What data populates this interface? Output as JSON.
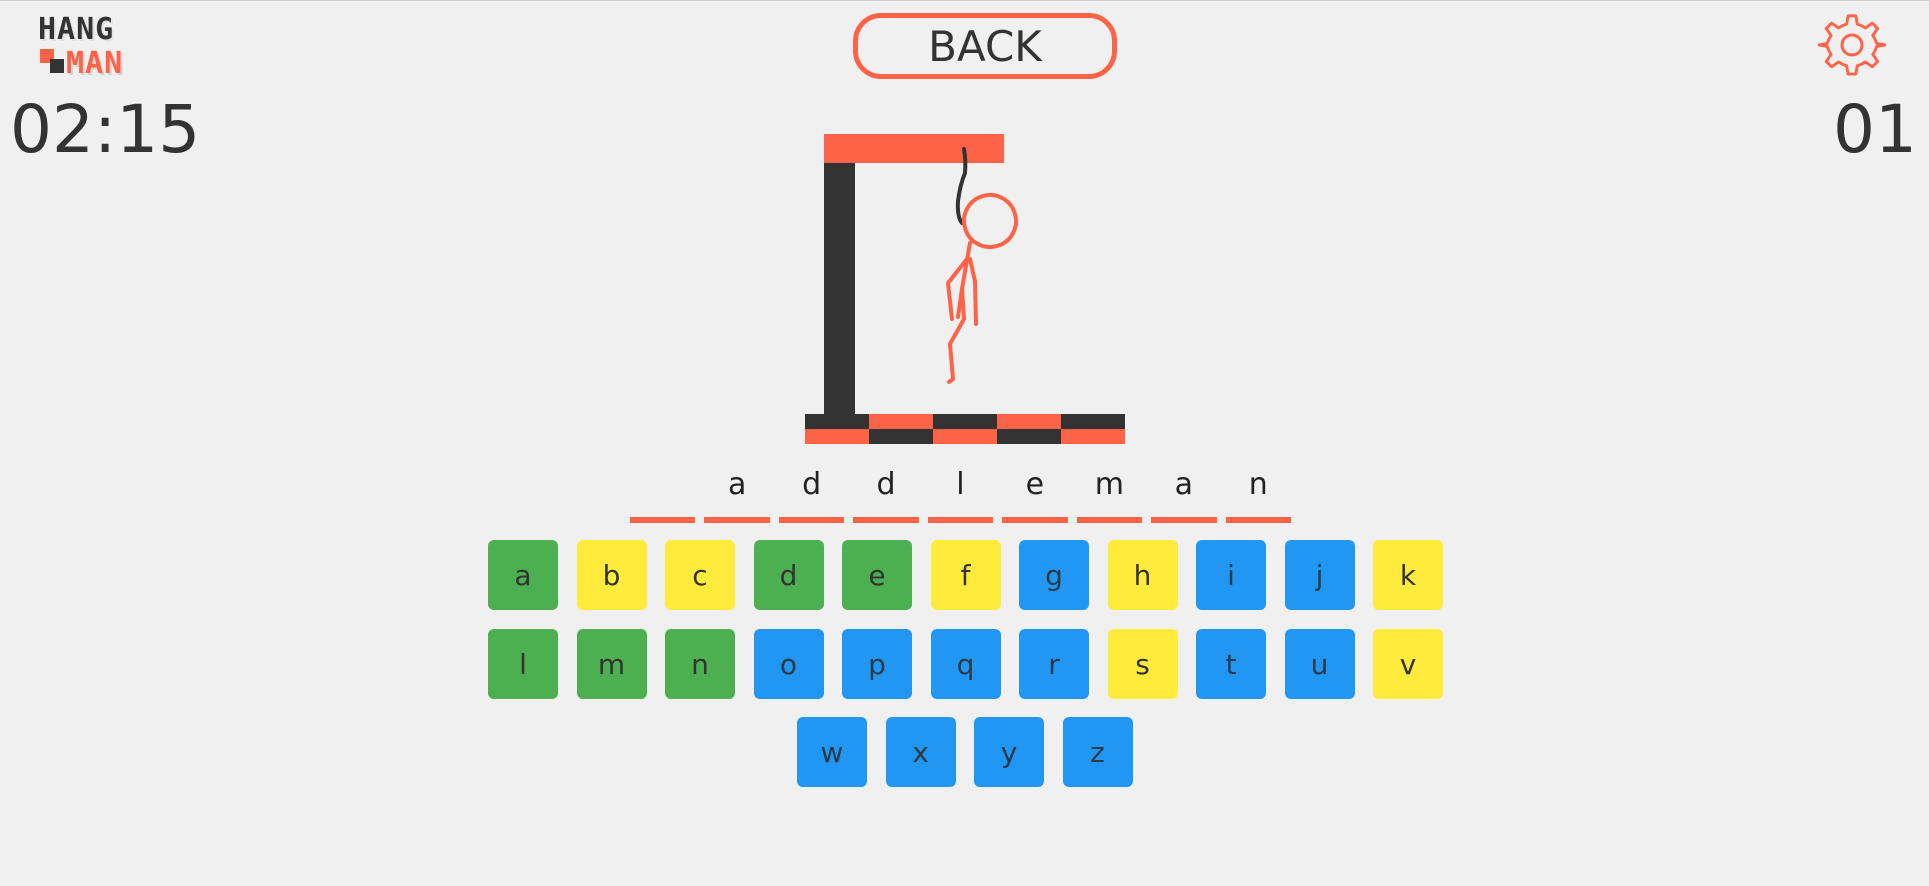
{
  "colors": {
    "accent": "#ff6347",
    "dark": "#333333",
    "background": "#f0f0f0",
    "used_correct": "#4caf50",
    "used_wrong": "#ffeb3b",
    "unused": "#2196f3"
  },
  "logo": {
    "line1": "HANG",
    "line2": "MAN"
  },
  "header": {
    "back_label": "BACK",
    "settings_icon": "gear-icon"
  },
  "timer": "02:15",
  "score": "01",
  "word": {
    "letters": [
      "",
      "a",
      "d",
      "d",
      "l",
      "e",
      "m",
      "a",
      "n"
    ]
  },
  "keyboard": {
    "rows": [
      [
        {
          "letter": "a",
          "state": "correct"
        },
        {
          "letter": "b",
          "state": "wrong"
        },
        {
          "letter": "c",
          "state": "wrong"
        },
        {
          "letter": "d",
          "state": "correct"
        },
        {
          "letter": "e",
          "state": "correct"
        },
        {
          "letter": "f",
          "state": "wrong"
        },
        {
          "letter": "g",
          "state": "unused"
        },
        {
          "letter": "h",
          "state": "wrong"
        },
        {
          "letter": "i",
          "state": "unused"
        },
        {
          "letter": "j",
          "state": "unused"
        },
        {
          "letter": "k",
          "state": "wrong"
        }
      ],
      [
        {
          "letter": "l",
          "state": "correct"
        },
        {
          "letter": "m",
          "state": "correct"
        },
        {
          "letter": "n",
          "state": "correct"
        },
        {
          "letter": "o",
          "state": "unused"
        },
        {
          "letter": "p",
          "state": "unused"
        },
        {
          "letter": "q",
          "state": "unused"
        },
        {
          "letter": "r",
          "state": "unused"
        },
        {
          "letter": "s",
          "state": "wrong"
        },
        {
          "letter": "t",
          "state": "unused"
        },
        {
          "letter": "u",
          "state": "unused"
        },
        {
          "letter": "v",
          "state": "wrong"
        }
      ],
      [
        {
          "letter": "w",
          "state": "unused"
        },
        {
          "letter": "x",
          "state": "unused"
        },
        {
          "letter": "y",
          "state": "unused"
        },
        {
          "letter": "z",
          "state": "unused"
        }
      ]
    ]
  }
}
